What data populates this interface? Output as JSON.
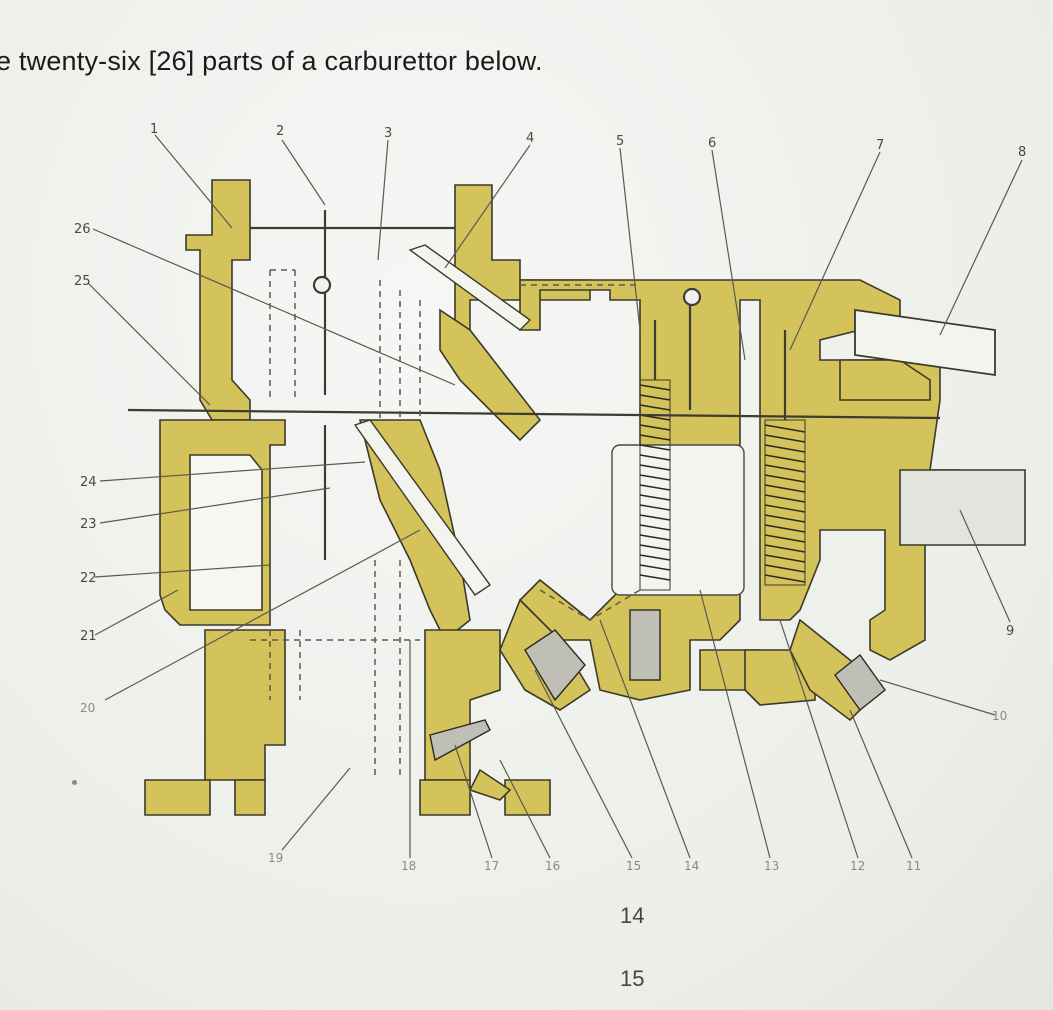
{
  "instruction": "e twenty-six [26] parts of a carburettor below.",
  "diagram": {
    "labels": [
      "1",
      "2",
      "3",
      "4",
      "5",
      "6",
      "7",
      "8",
      "9",
      "10",
      "11",
      "12",
      "13",
      "14",
      "15",
      "16",
      "17",
      "18",
      "19",
      "20",
      "21",
      "22",
      "23",
      "24",
      "25",
      "26"
    ],
    "colors": {
      "body_fill": "#d4c25a",
      "body_stroke": "#3a3a2a",
      "line": "#3c3c34",
      "white_part": "#f7f7f2"
    }
  },
  "pagination": {
    "next_page_a": "14",
    "next_page_b": "15"
  }
}
